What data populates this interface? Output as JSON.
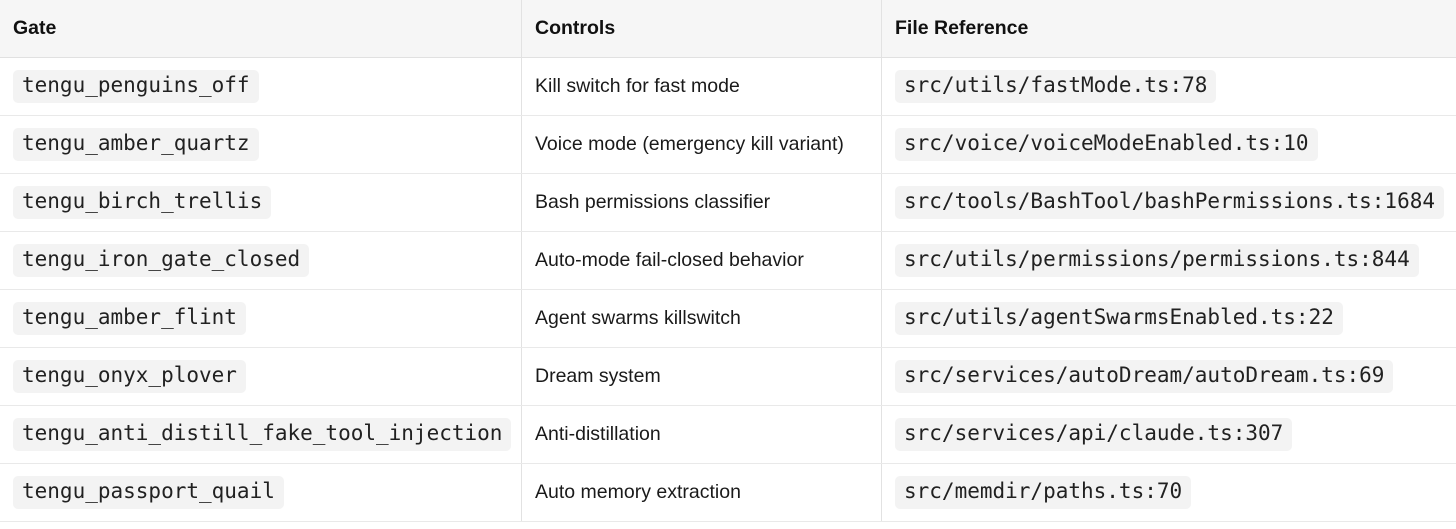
{
  "table": {
    "columns": [
      {
        "label": "Gate"
      },
      {
        "label": "Controls"
      },
      {
        "label": "File Reference"
      }
    ],
    "rows": [
      {
        "gate": "tengu_penguins_off",
        "controls": "Kill switch for fast mode",
        "file_reference": "src/utils/fastMode.ts:78"
      },
      {
        "gate": "tengu_amber_quartz",
        "controls": "Voice mode (emergency kill variant)",
        "file_reference": "src/voice/voiceModeEnabled.ts:10"
      },
      {
        "gate": "tengu_birch_trellis",
        "controls": "Bash permissions classifier",
        "file_reference": "src/tools/BashTool/bashPermissions.ts:1684"
      },
      {
        "gate": "tengu_iron_gate_closed",
        "controls": "Auto-mode fail-closed behavior",
        "file_reference": "src/utils/permissions/permissions.ts:844"
      },
      {
        "gate": "tengu_amber_flint",
        "controls": "Agent swarms killswitch",
        "file_reference": "src/utils/agentSwarmsEnabled.ts:22"
      },
      {
        "gate": "tengu_onyx_plover",
        "controls": "Dream system",
        "file_reference": "src/services/autoDream/autoDream.ts:69"
      },
      {
        "gate": "tengu_anti_distill_fake_tool_injection",
        "controls": "Anti-distillation",
        "file_reference": "src/services/api/claude.ts:307"
      },
      {
        "gate": "tengu_passport_quail",
        "controls": "Auto memory extraction",
        "file_reference": "src/memdir/paths.ts:70"
      }
    ],
    "colors": {
      "header_bg": "#f6f6f6",
      "code_pill_bg": "#f3f3f3",
      "border_vertical": "#e2e2e2",
      "border_horizontal": "#e9e9e9",
      "text": "#1a1a1a"
    }
  }
}
